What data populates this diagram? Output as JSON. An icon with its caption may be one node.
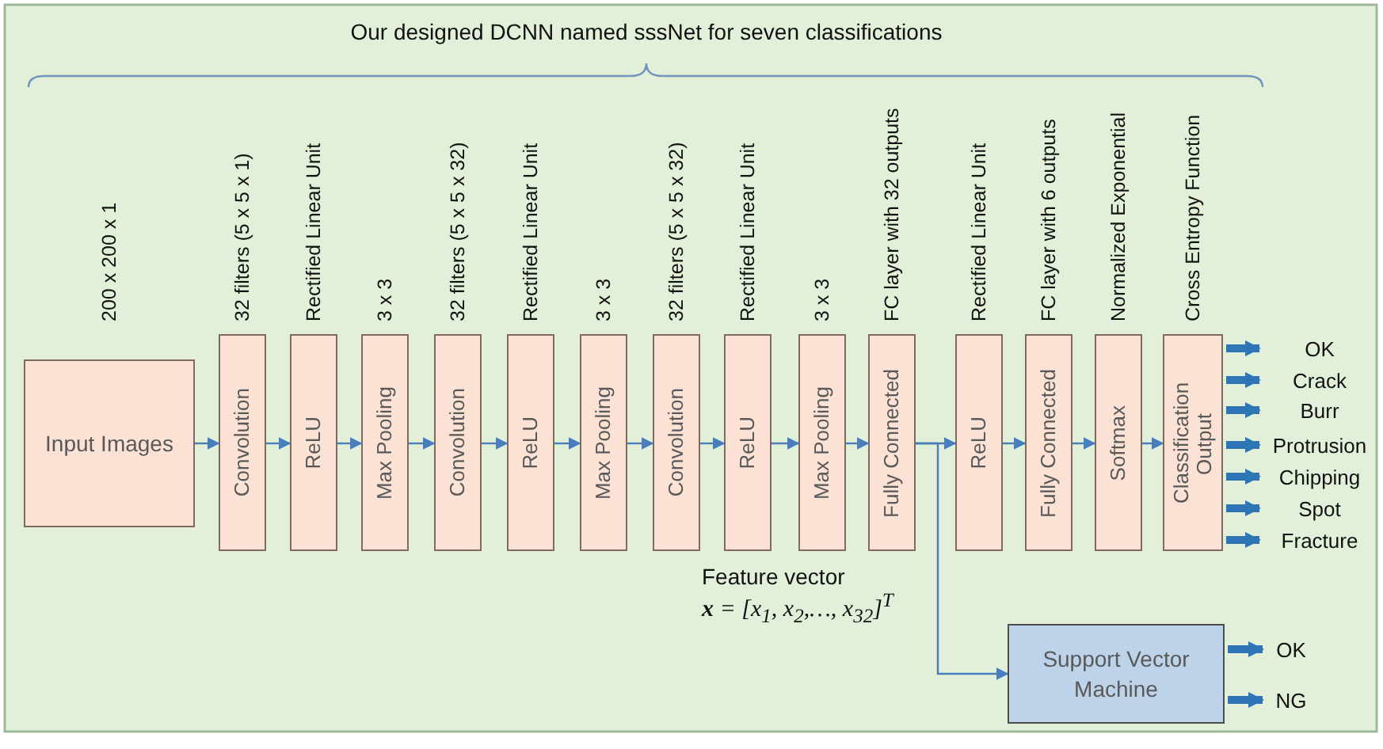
{
  "diagram": {
    "title": "Our designed DCNN named sssNet for seven classifications",
    "nodes": [
      {
        "text": [
          "Input Images"
        ],
        "beside": [
          "200 x 200 x 1"
        ]
      },
      {
        "text": [
          "Convolution"
        ],
        "beside": [
          "32 filters (5 x 5 x 1)"
        ]
      },
      {
        "text": [
          "ReLU"
        ],
        "beside": [
          "Rectified Linear Unit"
        ]
      },
      {
        "text": [
          "Max Pooling"
        ],
        "beside": [
          "3 x 3"
        ]
      },
      {
        "text": [
          "Convolution"
        ],
        "beside": [
          "32 filters (5 x 5 x 32)"
        ]
      },
      {
        "text": [
          "ReLU"
        ],
        "beside": [
          "Rectified Linear Unit"
        ]
      },
      {
        "text": [
          "Max Pooling"
        ],
        "beside": [
          "3 x 3"
        ]
      },
      {
        "text": [
          "Convolution"
        ],
        "beside": [
          "32 filters (5 x 5 x 32)"
        ]
      },
      {
        "text": [
          "ReLU"
        ],
        "beside": [
          "Rectified Linear Unit"
        ]
      },
      {
        "text": [
          "Max Pooling"
        ],
        "beside": [
          "3 x 3"
        ]
      },
      {
        "text": [
          "Fully Connected"
        ],
        "beside": [
          "FC layer with 32 outputs"
        ]
      },
      {
        "text": [
          "ReLU"
        ],
        "beside": [
          "Rectified Linear Unit"
        ]
      },
      {
        "text": [
          "Fully Connected"
        ],
        "beside": [
          "FC layer with 6 outputs"
        ]
      },
      {
        "text": [
          "Softmax"
        ],
        "beside": [
          "Normalized Exponential"
        ]
      },
      {
        "text": [
          "Classification Output"
        ],
        "beside": [
          "Cross Entropy Function"
        ]
      },
      {
        "text": [
          "OK"
        ]
      },
      {
        "text": [
          "Crack"
        ]
      },
      {
        "text": [
          "Burr"
        ]
      },
      {
        "text": [
          "Protrusion"
        ]
      },
      {
        "text": [
          "Chipping"
        ]
      },
      {
        "text": [
          "Spot"
        ]
      },
      {
        "text": [
          "Fracture"
        ]
      },
      {
        "text": [
          "Support Vector Machine"
        ]
      },
      {
        "text": [
          "OK"
        ]
      },
      {
        "text": [
          "NG"
        ]
      }
    ],
    "edges": [
      {
        "from": 0,
        "to": 1,
        "arrow": "to"
      },
      {
        "from": 1,
        "to": 2,
        "arrow": "to"
      },
      {
        "from": 2,
        "to": 3,
        "arrow": "to"
      },
      {
        "from": 3,
        "to": 4,
        "arrow": "to"
      },
      {
        "from": 4,
        "to": 5,
        "arrow": "to"
      },
      {
        "from": 5,
        "to": 6,
        "arrow": "to"
      },
      {
        "from": 6,
        "to": 7,
        "arrow": "to"
      },
      {
        "from": 7,
        "to": 8,
        "arrow": "to"
      },
      {
        "from": 8,
        "to": 9,
        "arrow": "to"
      },
      {
        "from": 9,
        "to": 10,
        "arrow": "to"
      },
      {
        "from": 10,
        "to": 11,
        "arrow": "to"
      },
      {
        "from": 11,
        "to": 12,
        "arrow": "to"
      },
      {
        "from": 12,
        "to": 13,
        "arrow": "to"
      },
      {
        "from": 13,
        "to": 14,
        "arrow": "to"
      },
      {
        "from": 14,
        "to": 15,
        "arrow": "to",
        "style": "thick"
      },
      {
        "from": 14,
        "to": 16,
        "arrow": "to",
        "style": "thick"
      },
      {
        "from": 14,
        "to": 17,
        "arrow": "to",
        "style": "thick"
      },
      {
        "from": 14,
        "to": 18,
        "arrow": "to",
        "style": "thick"
      },
      {
        "from": 14,
        "to": 19,
        "arrow": "to",
        "style": "thick"
      },
      {
        "from": 14,
        "to": 20,
        "arrow": "to",
        "style": "thick"
      },
      {
        "from": 14,
        "to": 21,
        "arrow": "to",
        "style": "thick"
      },
      {
        "from": 10,
        "to": 22,
        "arrow": "to"
      },
      {
        "from": 22,
        "to": 23,
        "arrow": "to",
        "style": "thick"
      },
      {
        "from": 22,
        "to": 24,
        "arrow": "to",
        "style": "thick"
      }
    ],
    "labels": [
      "Feature vector",
      "**x** = [*x*$_{1}$, *x*$_{2}$,…, *x*$_{32}$]$^{T}$"
    ]
  }
}
